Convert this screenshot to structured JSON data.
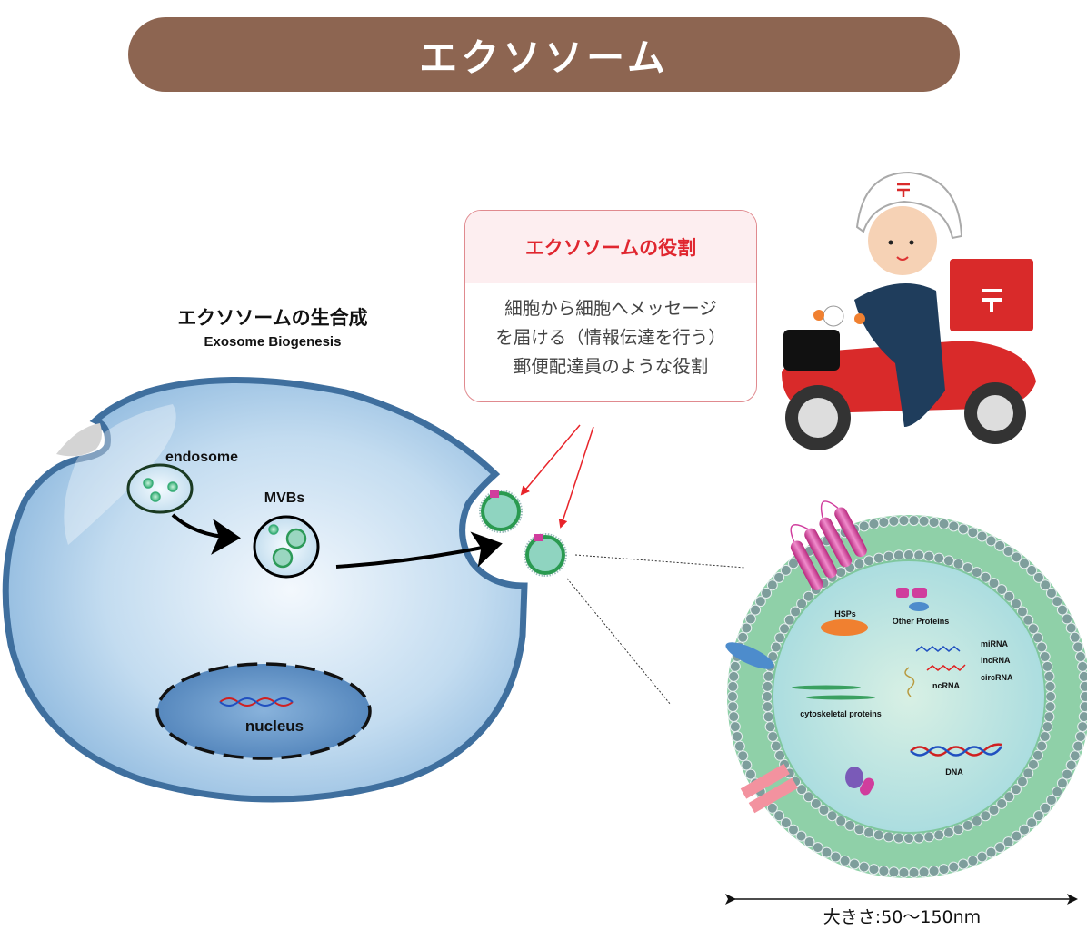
{
  "banner": {
    "title": "エクソソーム"
  },
  "role_box": {
    "title": "エクソソームの役割",
    "lines": [
      "細胞から細胞へメッセージ",
      "を届ける（情報伝達を行う）",
      "郵便配達員のような役割"
    ]
  },
  "biogenesis": {
    "title_ja": "エクソソームの生合成",
    "title_en": "Exosome Biogenesis",
    "labels": {
      "endosome": "endosome",
      "mvbs": "MVBs",
      "nucleus": "nucleus"
    }
  },
  "exosome_detail": {
    "labels": {
      "hsps": "HSPs",
      "other_proteins": "Other Proteins",
      "mirna": "miRNA",
      "lncrna": "lncRNA",
      "circrna": "circRNA",
      "ncrna": "ncRNA",
      "cytoskeletal": "cytoskeletal proteins",
      "dna": "DNA"
    }
  },
  "size": {
    "label": "大きさ:50〜150nm"
  },
  "colors": {
    "banner": "#8d6551",
    "role_accent": "#e0262f",
    "cell_border": "#3f6f9e",
    "membrane_green": "#7ec9a0",
    "lumen": "#bfe6e4",
    "pointer_red": "#e8242a"
  }
}
